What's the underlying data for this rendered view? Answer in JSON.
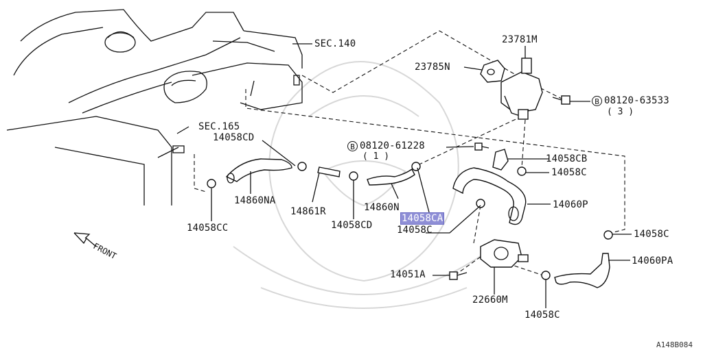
{
  "diagram": {
    "watermark_icon": "samurai-helmet-watermark",
    "direction_label": "FRONT",
    "reference_code": "A148B084",
    "bolt_symbol": "B",
    "labels": {
      "sec_140": "SEC.140",
      "sec_165": "SEC.165",
      "p_23781M": "23781M",
      "p_23785N": "23785N",
      "p_bolt_63533": "08120-63533",
      "qty_63533": "( 3 )",
      "p_bolt_61228": "08120-61228",
      "qty_61228": "( 1 )",
      "p_14058CD_top": "14058CD",
      "p_14058CB": "14058CB",
      "p_14058C_mid": "14058C",
      "p_14860NA": "14860NA",
      "p_14861R": "14861R",
      "p_14860N": "14860N",
      "p_14058CD_bottom": "14058CD",
      "p_14058CA": "14058CA",
      "p_14058C_left": "14058C",
      "p_14060P": "14060P",
      "p_14058C_right": "14058C",
      "p_14058CC": "14058CC",
      "p_14051A": "14051A",
      "p_22660M": "22660M",
      "p_14058C_bottom": "14058C",
      "p_14060PA": "14060PA"
    },
    "highlighted_part": "14058CA"
  }
}
